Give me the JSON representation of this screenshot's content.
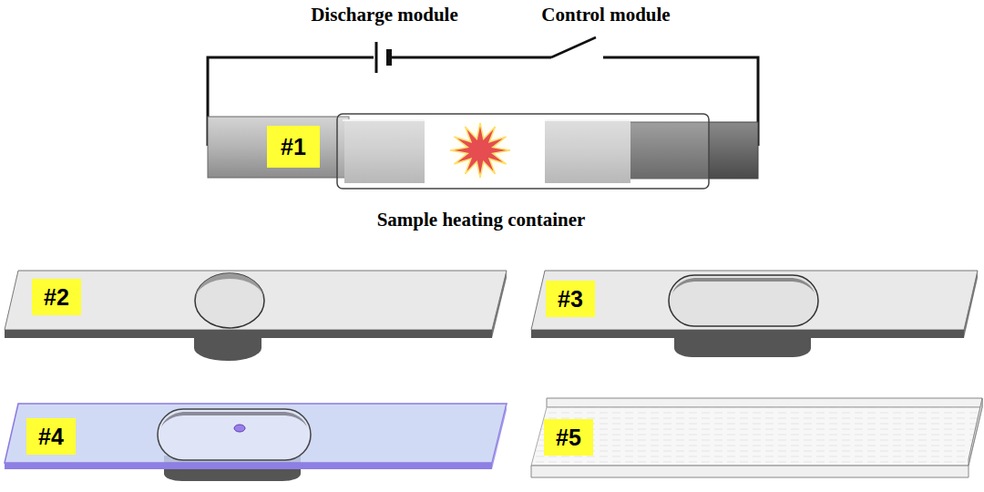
{
  "diagram": {
    "nodes": [
      {
        "text": [
          "#1"
        ]
      },
      {
        "text": [
          "#2"
        ]
      },
      {
        "text": [
          "#3"
        ]
      },
      {
        "text": [
          "#4"
        ]
      },
      {
        "text": [
          "#5"
        ]
      }
    ],
    "labels": [
      "Discharge module",
      "Control module",
      "Sample heating container"
    ]
  }
}
